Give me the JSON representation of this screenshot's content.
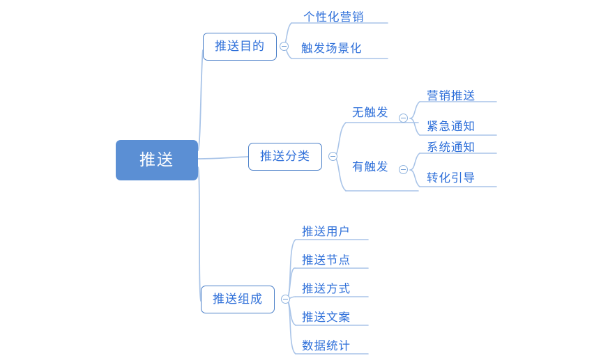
{
  "diagram": {
    "type": "mind-map",
    "title": "推送",
    "background_color": "#ffffff",
    "root_fill_color": "#5B8FD4",
    "root_text_color": "#ffffff",
    "node_text_color": "#2E6FD9",
    "node_border_color": "#4A7FC8",
    "connector_color": "#A9C4E8"
  },
  "root": {
    "label": "推送"
  },
  "branches": [
    {
      "label": "推送目的",
      "toggle_icon": "collapse-minus-icon",
      "children": [
        {
          "label": "个性化营销"
        },
        {
          "label": "触发场景化"
        }
      ]
    },
    {
      "label": "推送分类",
      "toggle_icon": "collapse-minus-icon",
      "groups": [
        {
          "label": "无触发",
          "toggle_icon": "collapse-minus-icon",
          "children": [
            {
              "label": "营销推送"
            },
            {
              "label": "紧急通知"
            }
          ]
        },
        {
          "label": "有触发",
          "toggle_icon": "collapse-minus-icon",
          "children": [
            {
              "label": "系统通知"
            },
            {
              "label": "转化引导"
            }
          ]
        }
      ]
    },
    {
      "label": "推送组成",
      "toggle_icon": "collapse-minus-icon",
      "children": [
        {
          "label": "推送用户"
        },
        {
          "label": "推送节点"
        },
        {
          "label": "推送方式"
        },
        {
          "label": "推送文案"
        },
        {
          "label": "数据统计"
        }
      ]
    }
  ]
}
